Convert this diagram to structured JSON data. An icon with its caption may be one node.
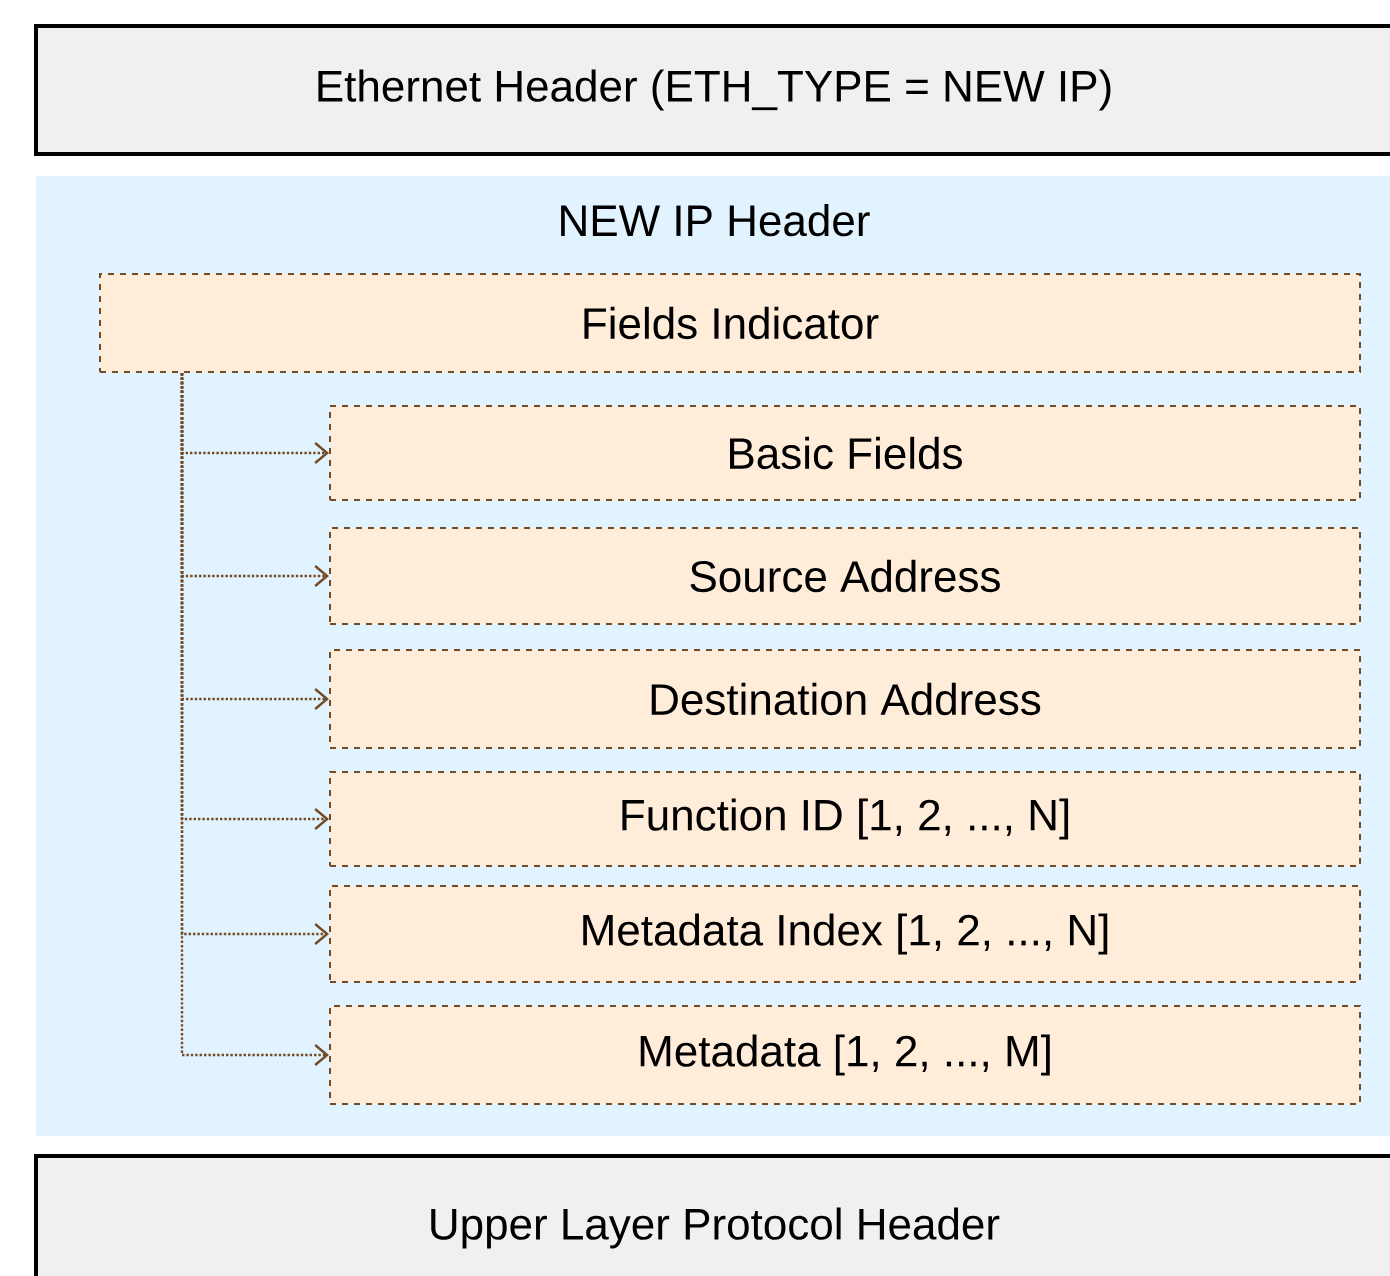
{
  "diagram": {
    "nodes": [
      {
        "text": [
          "Ethernet Header (ETH_TYPE = NEW IP)"
        ]
      },
      {
        "text": [
          "NEW IP Header"
        ]
      },
      {
        "text": [
          "Fields Indicator"
        ],
        "in": 1
      },
      {
        "text": [
          "Basic Fields"
        ],
        "in": 1
      },
      {
        "text": [
          "Source Address"
        ],
        "in": 1
      },
      {
        "text": [
          "Destination Address"
        ],
        "in": 1
      },
      {
        "text": [
          "Function ID [1, 2, ..., N]"
        ],
        "in": 1
      },
      {
        "text": [
          "Metadata Index [1, 2, ..., N]"
        ],
        "in": 1
      },
      {
        "text": [
          "Metadata [1, 2, ..., M]"
        ],
        "in": 1
      },
      {
        "text": [
          "Upper Layer Protocol Header"
        ]
      }
    ],
    "edges": [
      {
        "from": 2,
        "to": 3,
        "arrow": "to",
        "style": "dashed"
      },
      {
        "from": 2,
        "to": 4,
        "arrow": "to",
        "style": "dashed"
      },
      {
        "from": 2,
        "to": 5,
        "arrow": "to",
        "style": "dashed"
      },
      {
        "from": 2,
        "to": 6,
        "arrow": "to",
        "style": "dashed"
      },
      {
        "from": 2,
        "to": 7,
        "arrow": "to",
        "style": "dashed"
      },
      {
        "from": 2,
        "to": 8,
        "arrow": "to",
        "style": "dashed"
      }
    ]
  }
}
